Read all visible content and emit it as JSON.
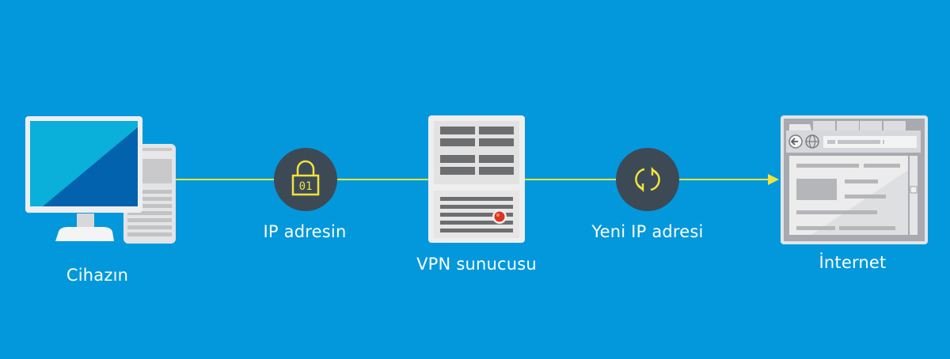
{
  "diagram": {
    "type": "vpn-flow",
    "nodes": [
      {
        "id": "device",
        "label": "Cihazın",
        "icon": "desktop-computer-icon"
      },
      {
        "id": "ip",
        "label": "IP adresin",
        "icon": "padlock-icon",
        "icon_text": "01"
      },
      {
        "id": "vpn",
        "label": "VPN sunucusu",
        "icon": "server-icon"
      },
      {
        "id": "newip",
        "label": "Yeni IP adresi",
        "icon": "refresh-icon"
      },
      {
        "id": "internet",
        "label": "İnternet",
        "icon": "browser-window-icon"
      }
    ],
    "edges": [
      {
        "from": "device",
        "to": "ip"
      },
      {
        "from": "ip",
        "to": "vpn"
      },
      {
        "from": "vpn",
        "to": "newip"
      },
      {
        "from": "newip",
        "to": "internet",
        "arrow": true
      }
    ]
  },
  "colors": {
    "background": "#0398dc",
    "line": "#f2e33b",
    "circle": "#3d4a56",
    "accent_icon": "#f2e33b",
    "server_led": "#e0321f"
  }
}
